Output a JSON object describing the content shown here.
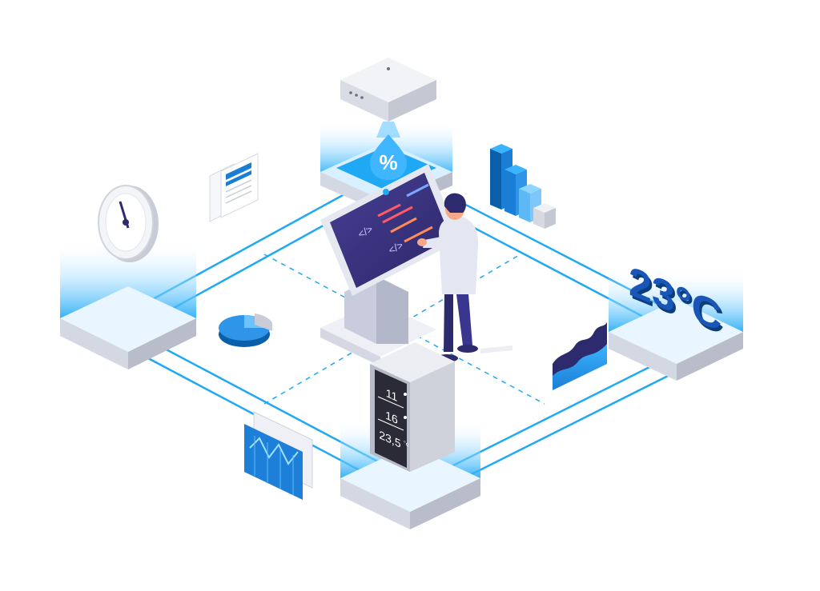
{
  "illustration": {
    "percent_symbol": "%",
    "big_temperature": "23°C",
    "display_line_1": "11",
    "display_line_2": "16",
    "display_line_3": "23,5",
    "display_line_3_unit": "°c",
    "code_tag_left": "</>",
    "code_tag_right": "</>"
  },
  "colors": {
    "accent_blue": "#1fa9f4",
    "dark_navy": "#2d2a6e",
    "deep_blue": "#0b5fa8",
    "panel_grey": "#dfe2ea",
    "screen_purple": "#3b377e"
  }
}
